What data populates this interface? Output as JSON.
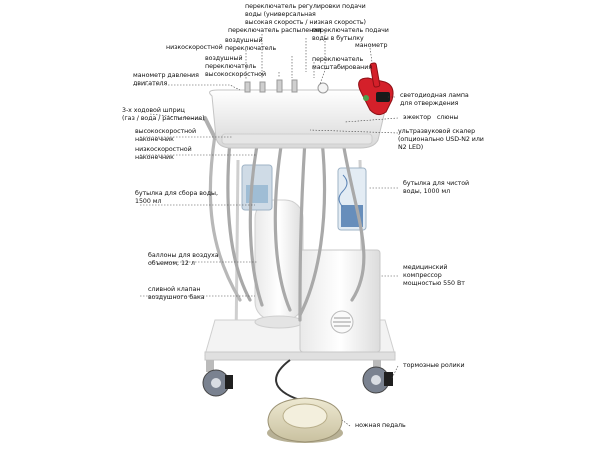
{
  "labels": {
    "water_switch": "переключатель регулировки подачи\nводы (универсальная\nвысокая скорость / низкая скорость)",
    "spray_switch": "переключатель распыления",
    "bottle_water_switch": "переключатель подачи\nводы в бутылку",
    "low_speed": "низкоскоростной",
    "air_switch": "воздушный\nпереключатель",
    "manometer": "манометр",
    "air_switch_hs": "воздушный\nпереключатель\nвысокоскоростной",
    "scale_switch": "переключатель\nмасштабирования",
    "motor_manometer": "манометр давления\nдвигателя",
    "led_lamp": "светодиодная лампа\nдля отверждения",
    "syringe": "3-х ходовой шприц\n(газ / вода / распыление)",
    "ejector": "эжектор   слюны",
    "hs_handpiece": "высокоскоростной\nнаконечник",
    "scaler": "ультразвуковой скалер\n(опционально USD-N2 или\nN2 LED)",
    "ls_handpiece": "низкоскоростной\nнаконечник",
    "waste_bottle": "бутылка для сбора воды,\n1500 мл",
    "clean_bottle": "бутылка для чистой\nводы, 1000 мл",
    "air_tanks": "баллоны для воздуха\nобъемом, 12 л",
    "compressor": "медицинский\nкомпрессор\nмощностью 550 Вт",
    "drain_valve": "сливной клапан\nвоздушного бака",
    "brake_wheels": "тормозные ролики",
    "foot_pedal": "ножная педаль"
  },
  "colors": {
    "lamp_red": "#d4202a",
    "frame_white": "#f2f2f2",
    "hose_gray": "#a9a9a9",
    "pedal_beige": "#ddd6b8",
    "bottle_blue": "#7fa9c9",
    "leader_line": "#444444"
  }
}
